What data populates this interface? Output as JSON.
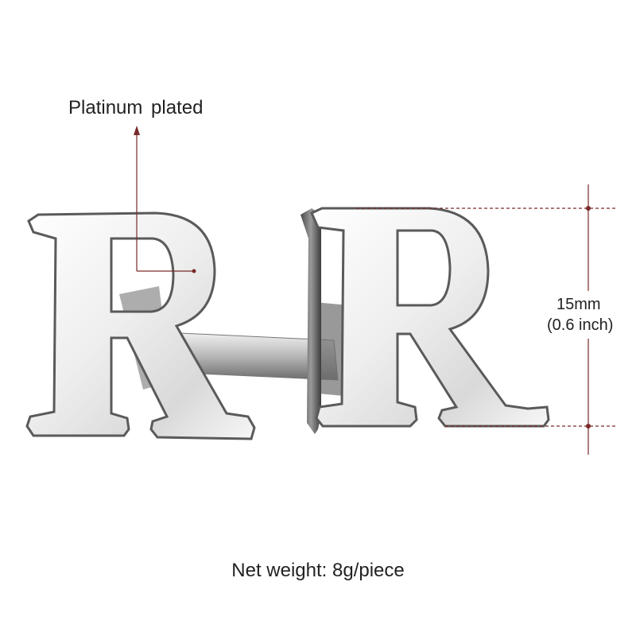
{
  "product": {
    "plating_label": "Platinum  plated",
    "height_mm": "15mm",
    "height_inch": "(0.6 inch)",
    "net_weight": "Net weight: 8g/piece",
    "letter": "R"
  },
  "colors": {
    "background": "#ffffff",
    "metal_light": "#f4f4f4",
    "metal_mid": "#c8c8c8",
    "metal_dark": "#6a6a6a",
    "annotation_line": "#7a2a2a",
    "text": "#222222"
  }
}
